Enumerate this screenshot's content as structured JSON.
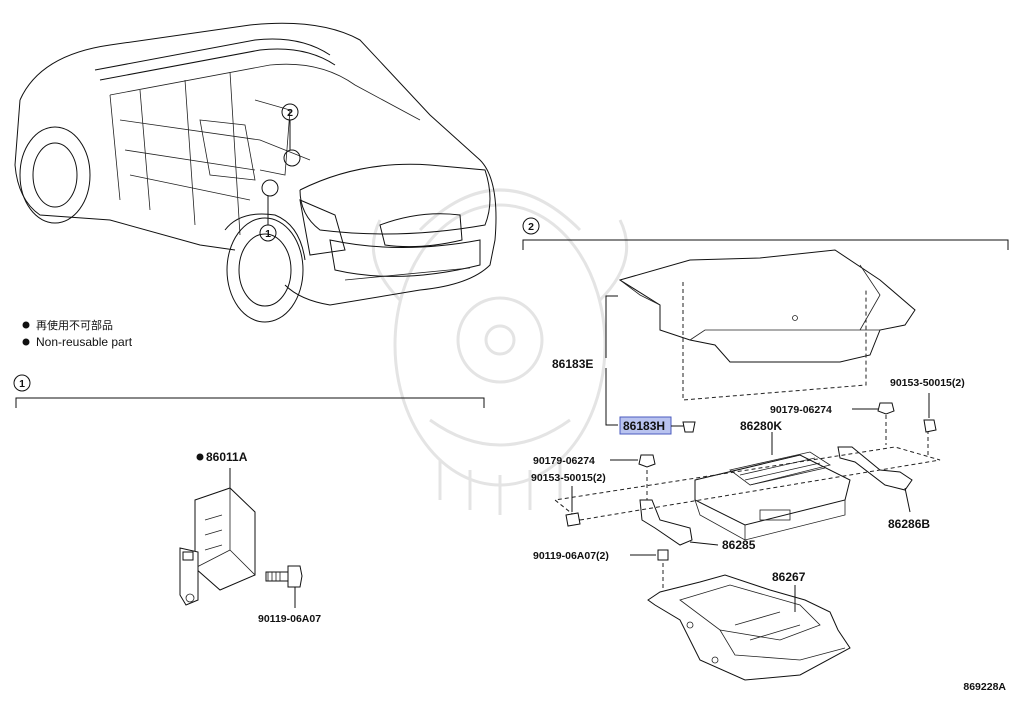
{
  "legend": {
    "jp": "再使用不可部品",
    "en": "Non-reusable part"
  },
  "callouts": {
    "one": "1",
    "two": "2"
  },
  "parts": {
    "p86183E": "86183E",
    "p86183H": "86183H",
    "p86280K": "86280K",
    "p90179_a": "90179-06274",
    "p90153_a": "90153-50015(2)",
    "p90179_b": "90179-06274",
    "p90153_b": "90153-50015(2)",
    "p86285": "86285",
    "p86286B": "86286B",
    "p90119_a": "90119-06A07(2)",
    "p86267": "86267",
    "p86011A": "86011A",
    "p90119_b": "90119-06A07"
  },
  "highlighted_part": "86183H",
  "highlight_color": "#b9c3ef",
  "diagram_id": "869228A"
}
